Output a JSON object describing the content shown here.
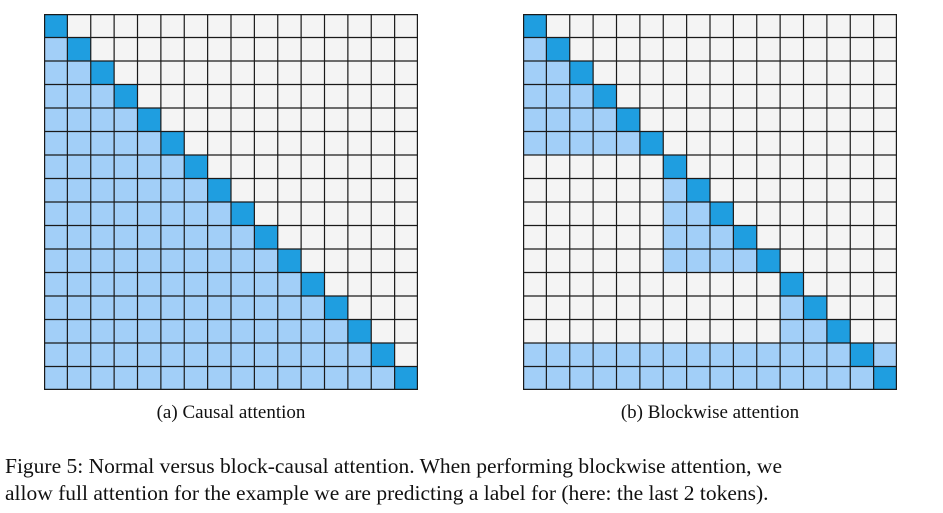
{
  "colors": {
    "diagonal": "#1f9ee0",
    "attended": "#a2cff8",
    "masked": "#f4f4f4",
    "gridline": "#1a1a1a"
  },
  "matrices": [
    {
      "caption": "(a) Causal attention",
      "size": 16,
      "rule": "causal"
    },
    {
      "caption": "(b) Blockwise attention",
      "size": 16,
      "rule": "blockwise",
      "block_ends": [
        5,
        10,
        14
      ],
      "full_attention_rows": 2
    }
  ],
  "figure_caption": {
    "line1": "Figure 5: Normal versus block-causal attention. When performing blockwise attention, we",
    "line2": "allow full attention for the example we are predicting a label for (here: the last 2 tokens)."
  }
}
